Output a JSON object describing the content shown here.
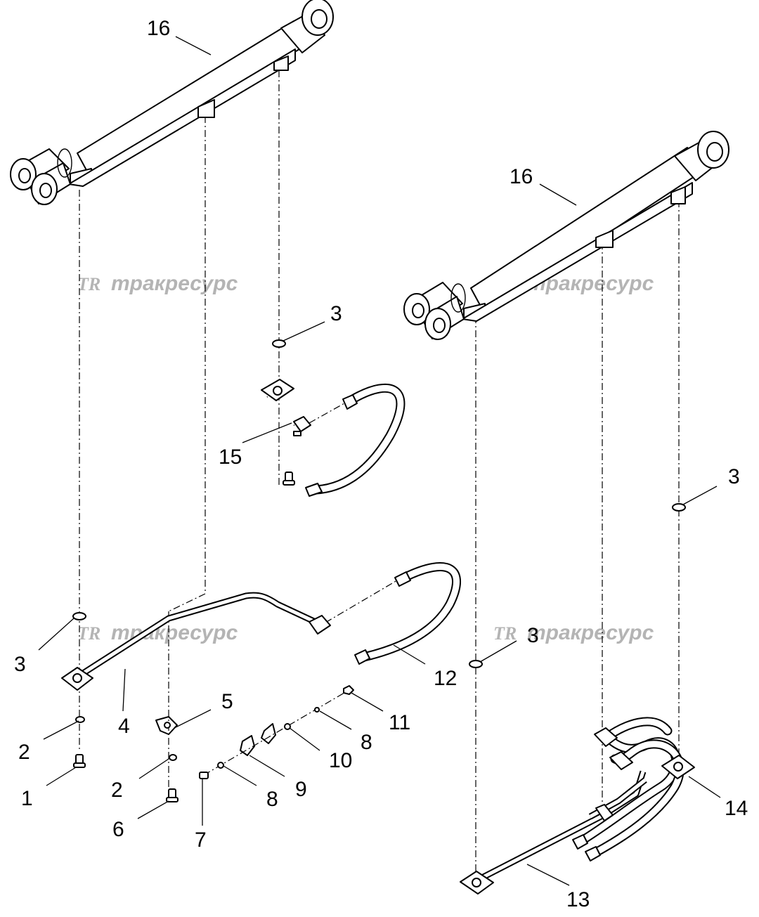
{
  "diagram": {
    "watermark_text": "тракресурс",
    "watermark_logo": "TR",
    "callouts": [
      {
        "id": "c16a",
        "label": "16"
      },
      {
        "id": "c16b",
        "label": "16"
      },
      {
        "id": "c3a",
        "label": "3"
      },
      {
        "id": "c15",
        "label": "15"
      },
      {
        "id": "c3b",
        "label": "3"
      },
      {
        "id": "c3c",
        "label": "3"
      },
      {
        "id": "c3d",
        "label": "3"
      },
      {
        "id": "c12",
        "label": "12"
      },
      {
        "id": "c4",
        "label": "4"
      },
      {
        "id": "c5",
        "label": "5"
      },
      {
        "id": "c11",
        "label": "11"
      },
      {
        "id": "c2a",
        "label": "2"
      },
      {
        "id": "c8a",
        "label": "8"
      },
      {
        "id": "c10",
        "label": "10"
      },
      {
        "id": "c1",
        "label": "1"
      },
      {
        "id": "c2b",
        "label": "2"
      },
      {
        "id": "c9",
        "label": "9"
      },
      {
        "id": "c8b",
        "label": "8"
      },
      {
        "id": "c14",
        "label": "14"
      },
      {
        "id": "c6",
        "label": "6"
      },
      {
        "id": "c7",
        "label": "7"
      },
      {
        "id": "c13",
        "label": "13"
      }
    ]
  }
}
